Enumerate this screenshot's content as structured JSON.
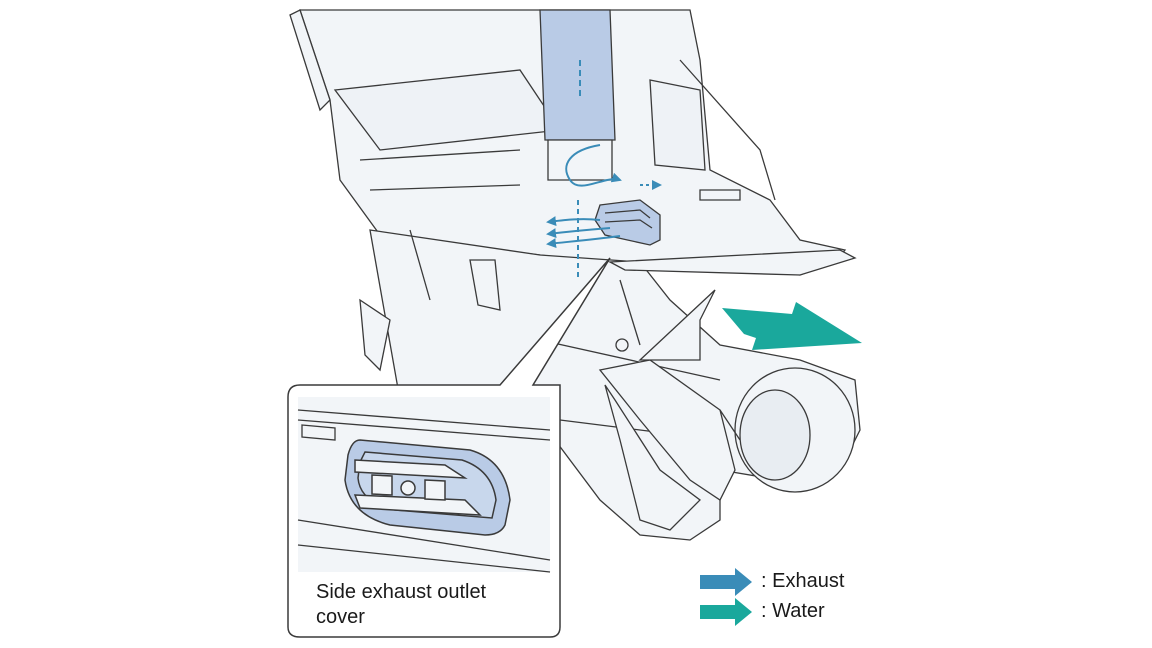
{
  "callout": {
    "line1": "Side exhaust outlet",
    "line2": "cover"
  },
  "legend": {
    "exhaust_label": ": Exhaust",
    "water_label": ": Water"
  },
  "colors": {
    "exhaust": "#3a8cb8",
    "water": "#1aa89c",
    "body_fill": "#f2f5f8",
    "outline": "#3a3a3a",
    "highlight": "#b9cbe6"
  }
}
